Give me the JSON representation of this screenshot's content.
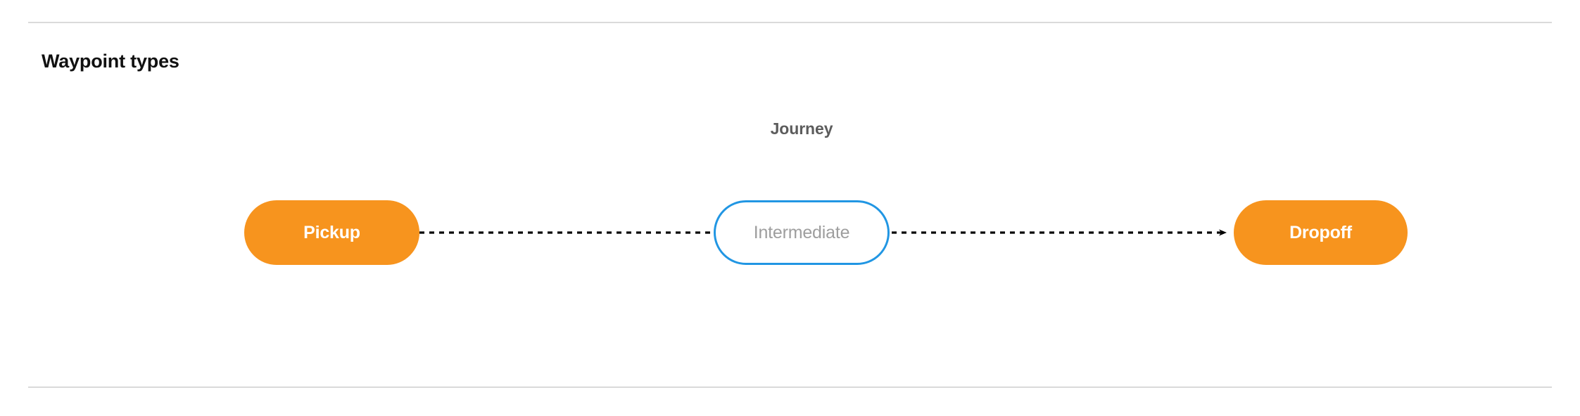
{
  "page": {
    "title": "Waypoint types"
  },
  "diagram": {
    "group_label": "Journey",
    "nodes": [
      {
        "id": "pickup",
        "label": "Pickup",
        "type": "terminal",
        "fill": "#f7941e",
        "text_color": "#ffffff"
      },
      {
        "id": "intermediate",
        "label": "Intermediate",
        "type": "intermediate",
        "fill": "#ffffff",
        "border_color": "#2196e3",
        "text_color": "#9e9e9e"
      },
      {
        "id": "dropoff",
        "label": "Dropoff",
        "type": "terminal",
        "fill": "#f7941e",
        "text_color": "#ffffff"
      }
    ],
    "edges": [
      {
        "from": "pickup",
        "to": "intermediate",
        "style": "dashed",
        "arrowhead": false,
        "color": "#000000"
      },
      {
        "from": "intermediate",
        "to": "dropoff",
        "style": "dashed",
        "arrowhead": true,
        "color": "#000000"
      }
    ]
  },
  "colors": {
    "divider": "#dadada",
    "accent_orange": "#f7941e",
    "accent_blue": "#2196e3",
    "muted_gray": "#9e9e9e",
    "label_gray": "#5c5c5c",
    "background": "#ffffff"
  }
}
